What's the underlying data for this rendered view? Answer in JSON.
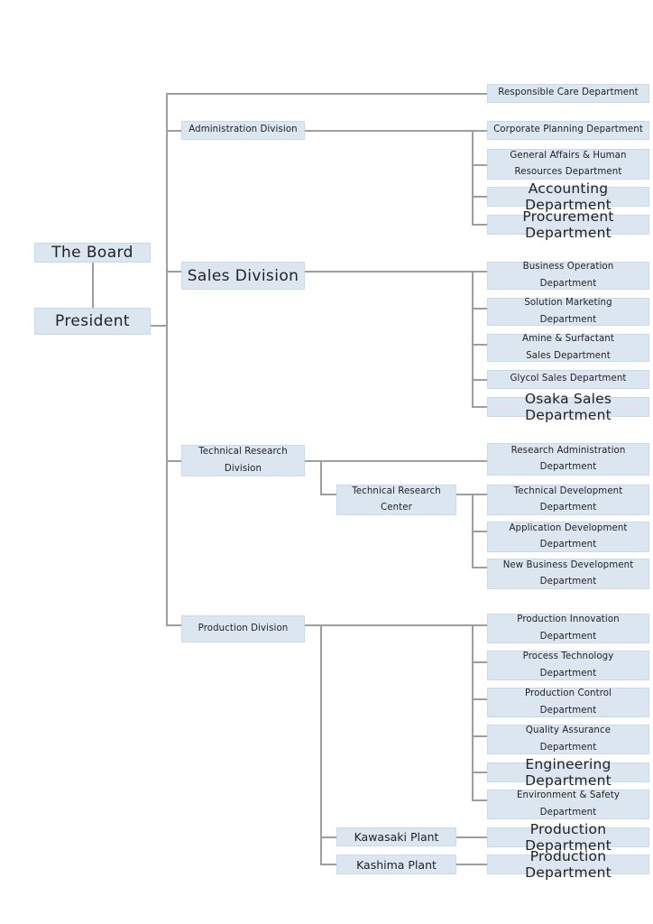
{
  "chart": {
    "top": {
      "board": "The Board",
      "president": "President"
    },
    "independent": {
      "responsible_care": "Responsible Care Department"
    },
    "administration": {
      "label": "Administration Division",
      "departments": [
        "Corporate Planning Department",
        "General Affairs & Human\nResources Department",
        "Accounting Department",
        "Procurement Department"
      ]
    },
    "sales": {
      "label": "Sales Division",
      "departments": [
        "Business Operation\nDepartment",
        "Solution Marketing\nDepartment",
        "Amine & Surfactant\nSales Department",
        "Glycol Sales Department",
        "Osaka Sales Department"
      ]
    },
    "technical": {
      "label": "Technical Research\nDivision",
      "research_admin": "Research Administration\nDepartment",
      "center": {
        "label": "Technical Research\nCenter",
        "departments": [
          "Technical Development\nDepartment",
          "Application Development\nDepartment",
          "New Business Development\nDepartment"
        ]
      }
    },
    "production": {
      "label": "Production Division",
      "departments": [
        "Production Innovation\nDepartment",
        "Process Technology\nDepartment",
        "Production Control\nDepartment",
        "Quality Assurance\nDepartment",
        "Engineering Department",
        "Environment & Safety\nDepartment"
      ],
      "plants": [
        {
          "label": "Kawasaki Plant",
          "department": "Production Department"
        },
        {
          "label": "Kashima Plant",
          "department": "Production Department"
        }
      ]
    }
  }
}
